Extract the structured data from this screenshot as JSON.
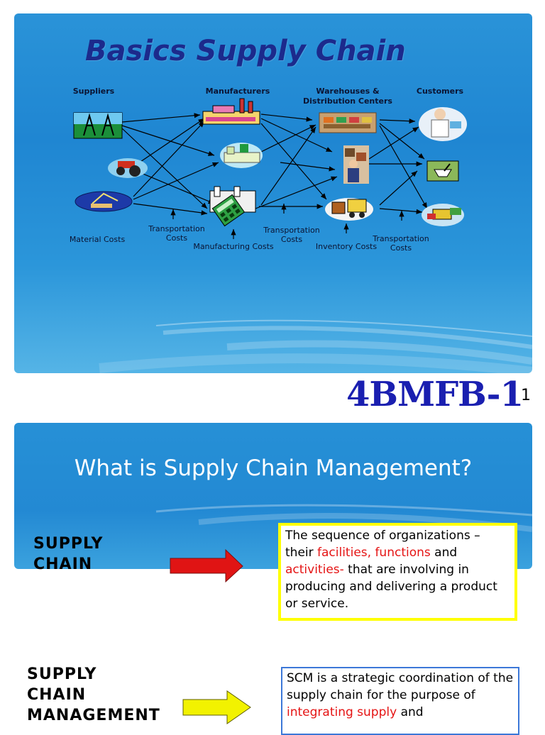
{
  "slide1": {
    "title": "Basics Supply Chain",
    "columns": {
      "suppliers": "Suppliers",
      "manufacturers": "Manufacturers",
      "warehouses_line1": "Warehouses &",
      "warehouses_line2": "Distribution Centers",
      "customers": "Customers"
    },
    "costs": {
      "material": "Material Costs",
      "transport1_line1": "Transportation",
      "transport1_line2": "Costs",
      "manufacturing": "Manufacturing Costs",
      "transport2_line1": "Transportation",
      "transport2_line2": "Costs",
      "inventory": "Inventory Costs",
      "transport3_line1": "Transportation",
      "transport3_line2": "Costs"
    }
  },
  "footer": {
    "code": "4BMFB-1",
    "page_number": "1"
  },
  "slide2": {
    "title": "What is Supply Chain Management?",
    "terms": [
      {
        "label_lines": [
          "SUPPLY",
          "CHAIN"
        ],
        "arrow_color": "#e01414",
        "box_border": "#ffff00",
        "def_parts": {
          "p1": "The sequence of organizations – their ",
          "p2": "facilities, functions",
          "p3": " and ",
          "p4": "activities-",
          "p5": " that are involving in producing and delivering a product or service."
        }
      },
      {
        "label_lines": [
          "SUPPLY",
          "CHAIN",
          "MANAGEMENT"
        ],
        "arrow_color": "#f2f200",
        "box_border": "#3c78d8",
        "def_parts": {
          "p1": "SCM is a strategic coordination of the supply chain for the purpose of ",
          "p2": "integrating supply",
          "p3": " and"
        }
      }
    ]
  }
}
